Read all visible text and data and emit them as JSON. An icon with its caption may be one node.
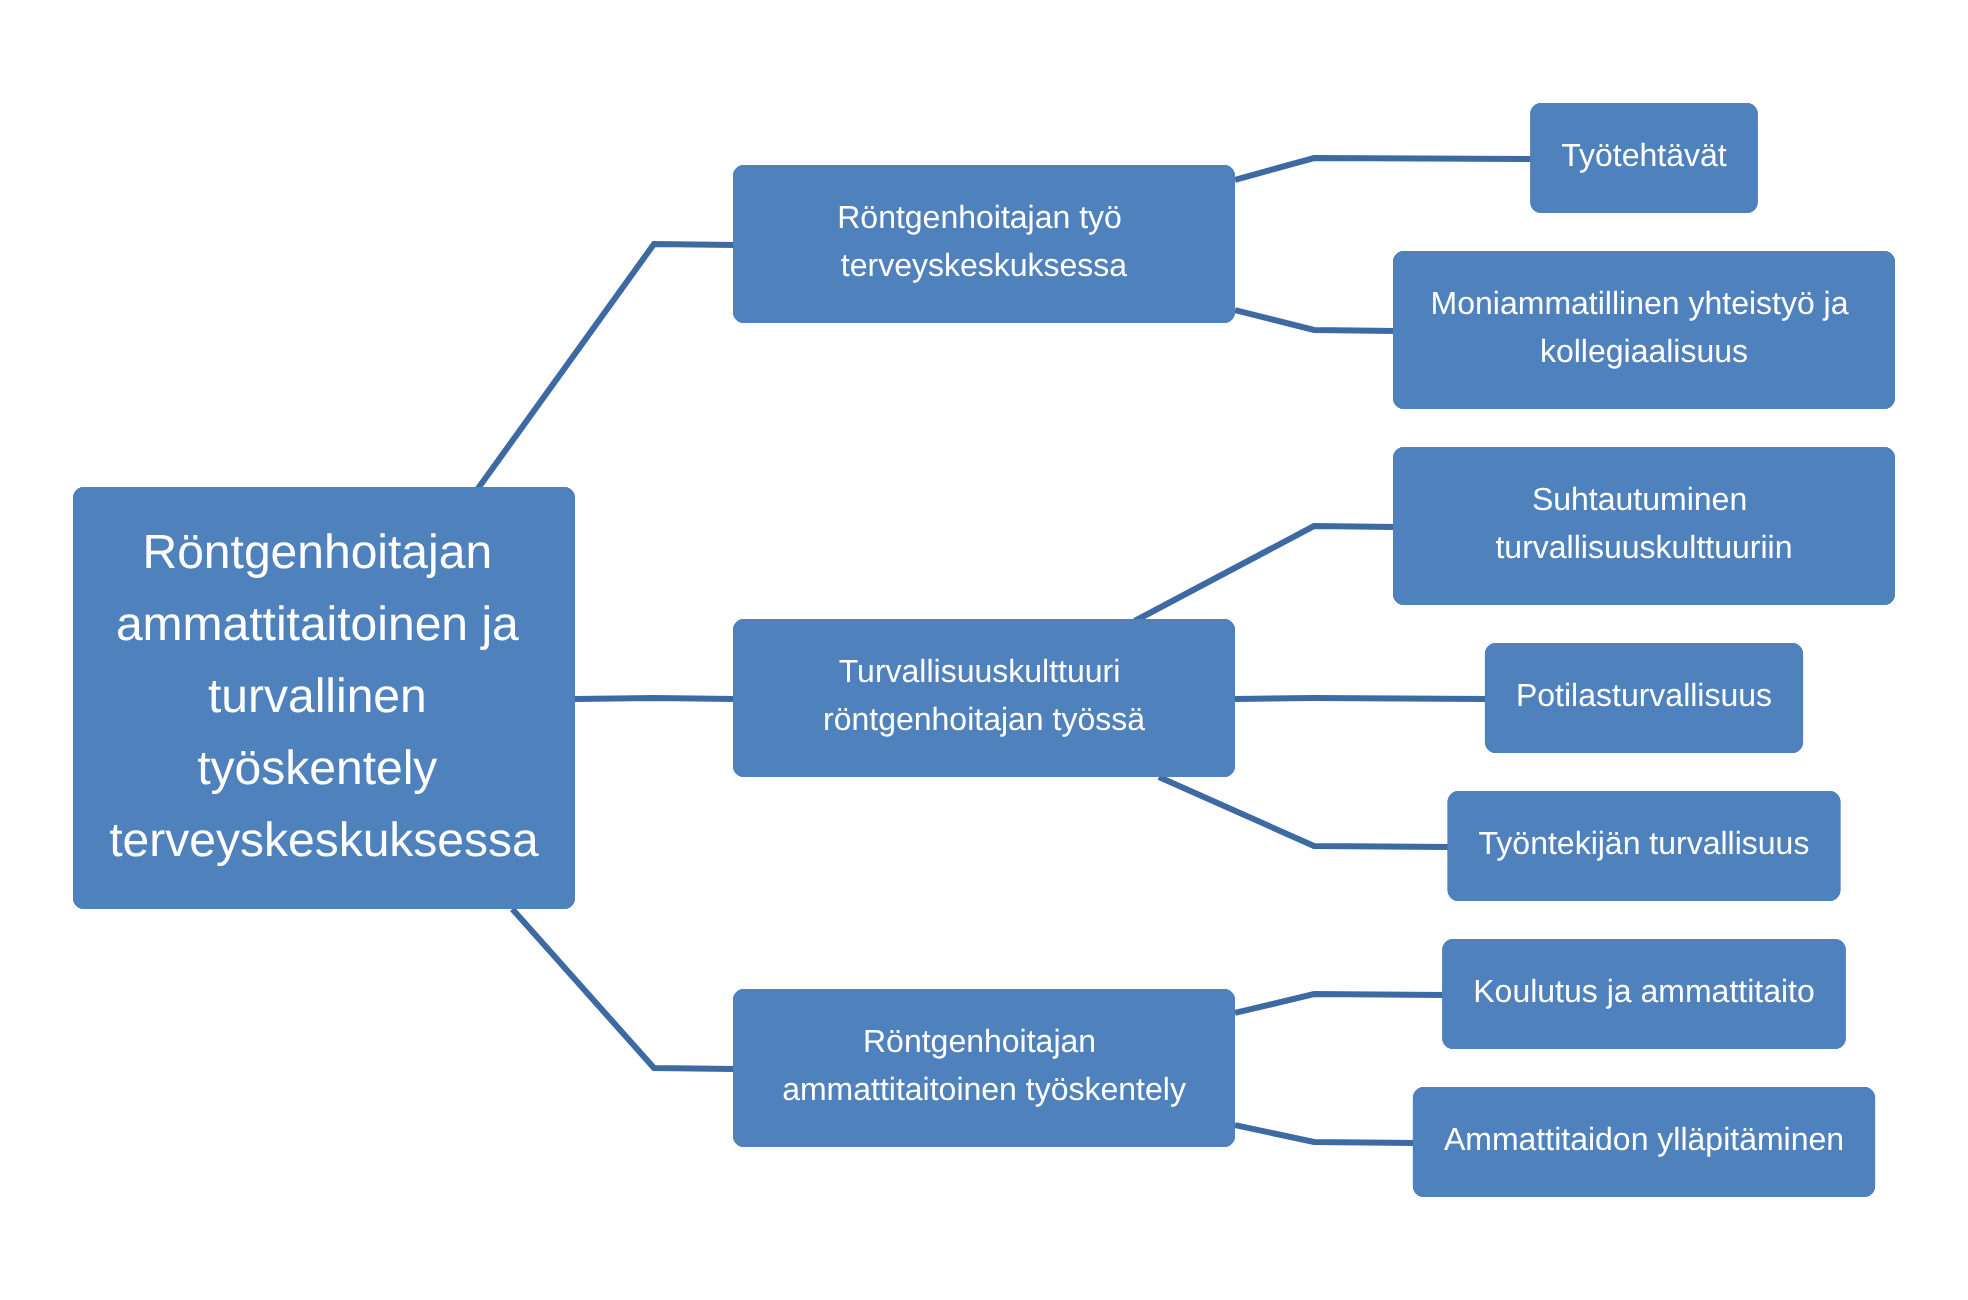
{
  "diagram": {
    "nodes": [
      {
        "text": [
          "Röntgenhoitajan ammattitaitoinen ja turvallinen työskentely terveyskeskuksessa"
        ]
      },
      {
        "text": [
          "Röntgenhoitajan työ terveyskeskuksessa"
        ]
      },
      {
        "text": [
          "Työtehtävät"
        ]
      },
      {
        "text": [
          "Moniammatillinen yhteistyö ja kollegiaalisuus"
        ]
      },
      {
        "text": [
          "Turvallisuuskulttuuri röntgenhoitajan työssä"
        ]
      },
      {
        "text": [
          "Suhtautuminen turvallisuuskulttuuriin"
        ]
      },
      {
        "text": [
          "Potilasturvallisuus"
        ]
      },
      {
        "text": [
          "Työntekijän turvallisuus"
        ]
      },
      {
        "text": [
          "Röntgenhoitajan ammattitaitoinen työskentely"
        ]
      },
      {
        "text": [
          "Koulutus ja ammattitaito"
        ]
      },
      {
        "text": [
          "Ammattitaidon ylläpitäminen"
        ]
      }
    ],
    "edges": [
      {
        "from": 0,
        "to": 1,
        "arrow": "none"
      },
      {
        "from": 0,
        "to": 4,
        "arrow": "none"
      },
      {
        "from": 0,
        "to": 8,
        "arrow": "none"
      },
      {
        "from": 1,
        "to": 2,
        "arrow": "none"
      },
      {
        "from": 1,
        "to": 3,
        "arrow": "none"
      },
      {
        "from": 4,
        "to": 5,
        "arrow": "none"
      },
      {
        "from": 4,
        "to": 6,
        "arrow": "none"
      },
      {
        "from": 4,
        "to": 7,
        "arrow": "none"
      },
      {
        "from": 8,
        "to": 9,
        "arrow": "none"
      },
      {
        "from": 8,
        "to": 10,
        "arrow": "none"
      }
    ]
  }
}
